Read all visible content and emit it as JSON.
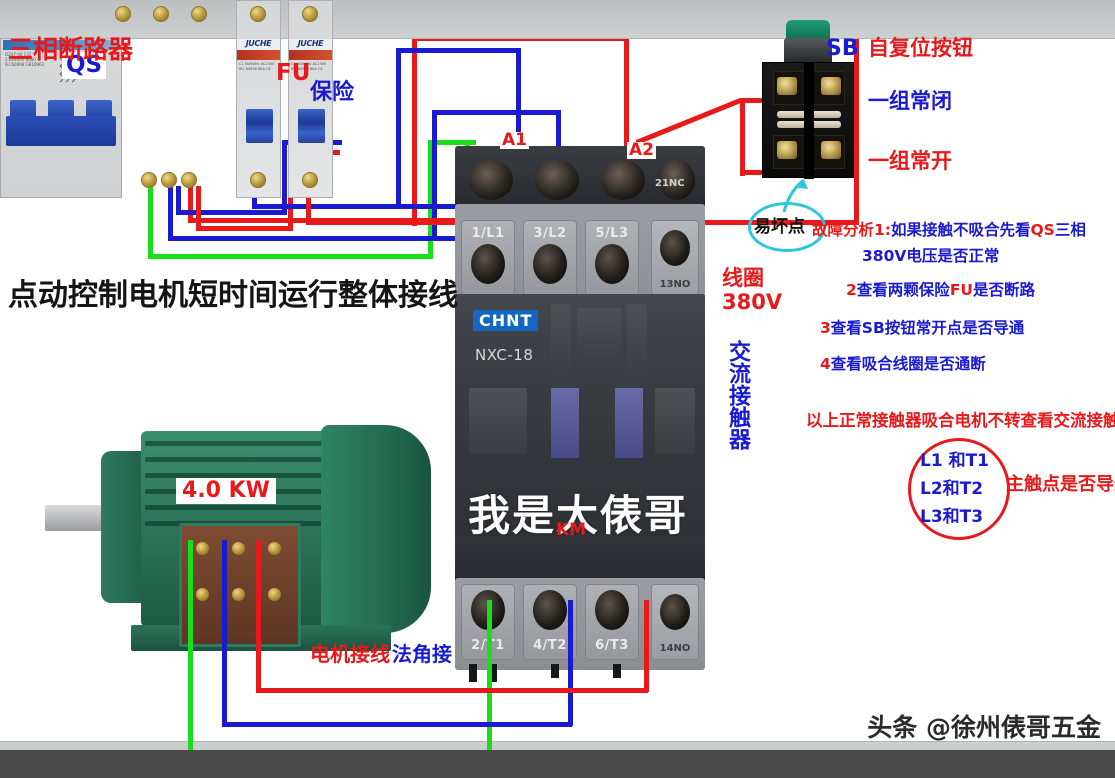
{
  "title": "点动控制电机短时间运行整体接线",
  "labels": {
    "breaker_name": "三相断路器",
    "breaker_badge": "QS",
    "breaker_brand": "TIANSHUI ZHENG",
    "breaker_micro": "DZ47-60 C32 230/400V 6000 IEC60898 GB10963",
    "fuse_name": "保险",
    "fuse_badge": "FU",
    "fuse_brand": "JUCHE",
    "fuse_model": "DZ47-63",
    "fuse_micro": "C1 50/60Hz AC230V IEC 60898 6KA CE",
    "button_badge": "SB",
    "button_name": "自复位按钮",
    "button_nc": "一组常闭",
    "button_no": "一组常开",
    "weak_point": "易坏点",
    "coil_voltage": "线圈\n380V",
    "coil_line1": "线圈",
    "coil_line2": "380V",
    "contactor_vertical": "交流接触器",
    "contactor_brand": "CHNT",
    "contactor_model": "NXC-18",
    "motor_power": "4.0 KW",
    "motor_wiring_red": "电机接线",
    "motor_wiring_blue": "法角接",
    "coil_a1": "A1",
    "coil_a2": "A2",
    "watermark": "我是大俵哥",
    "km_tag": "KM",
    "credit": "头条 @徐州俵哥五金"
  },
  "contactor": {
    "top_ports": [
      "1/L1",
      "3/L2",
      "5/L3"
    ],
    "bottom_ports": [
      "2/T1",
      "4/T2",
      "6/T3"
    ],
    "aux_top": "21NC",
    "aux_mid": "13NO",
    "aux_bottom": "14NO"
  },
  "analysis": {
    "line1_red": "故障分析1:",
    "line1_blue": "如果接触不吸合先看",
    "line1_red2": "QS",
    "line1_blue2": "三相",
    "line2": "380V电压是否正常",
    "line3_num": "2",
    "line3": "查看两颗保险",
    "line3_fu": "FU",
    "line3b": "是否断路",
    "line4_num": "3",
    "line4": "查看SB按钮常开点是否导通",
    "line5_num": "4",
    "line5": "查看吸合线圈是否通断",
    "conclusion": "以上正常接触器吸合电机不转查看交流接触器",
    "circle_l1": "L1 和T1",
    "circle_l2": "L2和T2",
    "circle_l3": "L3和T3",
    "main_contact": "主触点是否导通"
  },
  "colors": {
    "red": "#e8191b",
    "blue": "#1a1ad0",
    "green": "#18e018",
    "cyan": "#2ec6dc"
  }
}
